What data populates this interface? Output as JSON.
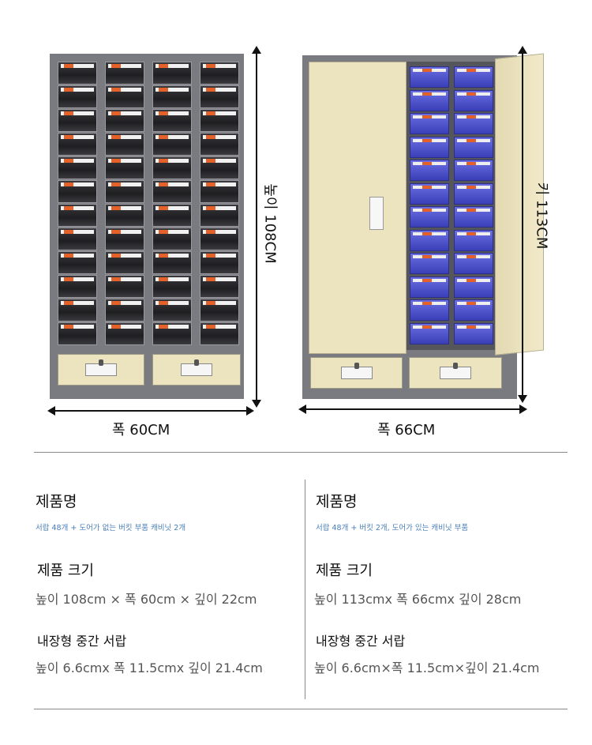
{
  "dimensions": {
    "left": {
      "height": "높이 108CM",
      "width": "폭 60CM"
    },
    "right": {
      "height": "키 113CM",
      "width": "폭 66CM"
    }
  },
  "products": [
    {
      "name_heading": "제품명",
      "name": "서랍 48개 + 도어가 없는 버킷 부품 캐비닛 2개",
      "size_heading": "제품 크기",
      "size": "높이 108cm × 폭 60cm × 깊이 22cm",
      "drawer_heading": "내장형 중간 서랍",
      "drawer_size": "높이 6.6cmx 폭 11.5cmx 깊이 21.4cm"
    },
    {
      "name_heading": "제품명",
      "name": "서랍 48개 + 버킷 2개, 도어가 있는 캐비닛 부품",
      "size_heading": "제품 크기",
      "size": "높이 113cmx 폭 66cmx 깊이 28cm",
      "drawer_heading": "내장형 중간 서랍",
      "drawer_size": "높이 6.6cm×폭 11.5cm×깊이 21.4cm"
    }
  ],
  "colors": {
    "cabinet_gray": "#7a7b80",
    "door_beige": "#ece3bf",
    "bin_blue": "#4a4ed0",
    "accent_blue": "#4a7fb8"
  }
}
